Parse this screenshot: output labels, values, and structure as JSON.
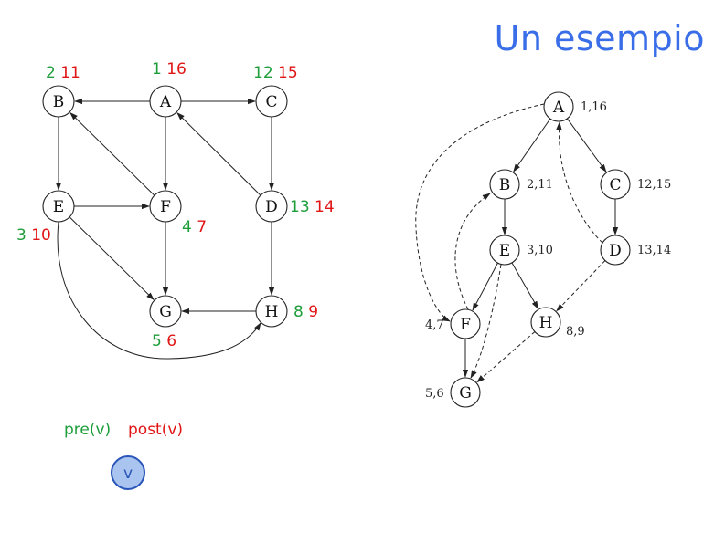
{
  "title": "Un esempio",
  "graph": {
    "nodes": [
      {
        "id": "A",
        "pre": "1",
        "post": "16"
      },
      {
        "id": "B",
        "pre": "2",
        "post": "11"
      },
      {
        "id": "C",
        "pre": "12",
        "post": "15"
      },
      {
        "id": "D",
        "pre": "13",
        "post": "14"
      },
      {
        "id": "E",
        "pre": "3",
        "post": "10"
      },
      {
        "id": "F",
        "pre": "4",
        "post": "7"
      },
      {
        "id": "G",
        "pre": "5",
        "post": "6"
      },
      {
        "id": "H",
        "pre": "8",
        "post": "9"
      }
    ],
    "edges": [
      [
        "A",
        "B"
      ],
      [
        "A",
        "C"
      ],
      [
        "A",
        "F"
      ],
      [
        "B",
        "E"
      ],
      [
        "C",
        "D"
      ],
      [
        "D",
        "A"
      ],
      [
        "D",
        "H"
      ],
      [
        "E",
        "F"
      ],
      [
        "E",
        "G"
      ],
      [
        "E",
        "H"
      ],
      [
        "F",
        "B"
      ],
      [
        "F",
        "G"
      ],
      [
        "H",
        "G"
      ]
    ]
  },
  "tree": {
    "nodes": [
      {
        "id": "A",
        "label": "1,16"
      },
      {
        "id": "B",
        "label": "2,11"
      },
      {
        "id": "C",
        "label": "12,15"
      },
      {
        "id": "D",
        "label": "13,14"
      },
      {
        "id": "E",
        "label": "3,10"
      },
      {
        "id": "F",
        "label": "4,7"
      },
      {
        "id": "G",
        "label": "5,6"
      },
      {
        "id": "H",
        "label": "8,9"
      }
    ],
    "tree_edges": [
      [
        "A",
        "B"
      ],
      [
        "A",
        "C"
      ],
      [
        "B",
        "E"
      ],
      [
        "C",
        "D"
      ],
      [
        "E",
        "F"
      ],
      [
        "E",
        "H"
      ],
      [
        "F",
        "G"
      ]
    ],
    "non_tree_edges": [
      [
        "A",
        "F"
      ],
      [
        "F",
        "B"
      ],
      [
        "D",
        "A"
      ],
      [
        "D",
        "H"
      ],
      [
        "E",
        "G"
      ],
      [
        "H",
        "G"
      ]
    ]
  },
  "legend": {
    "pre_label": "pre(v)",
    "post_label": "post(v)",
    "node_label": "v",
    "node_fill": "#a9c4ee",
    "node_stroke": "#2a55b8"
  },
  "colors": {
    "title": "#3a6ee8",
    "pre": "#1e9e3a",
    "post": "#e01515"
  }
}
